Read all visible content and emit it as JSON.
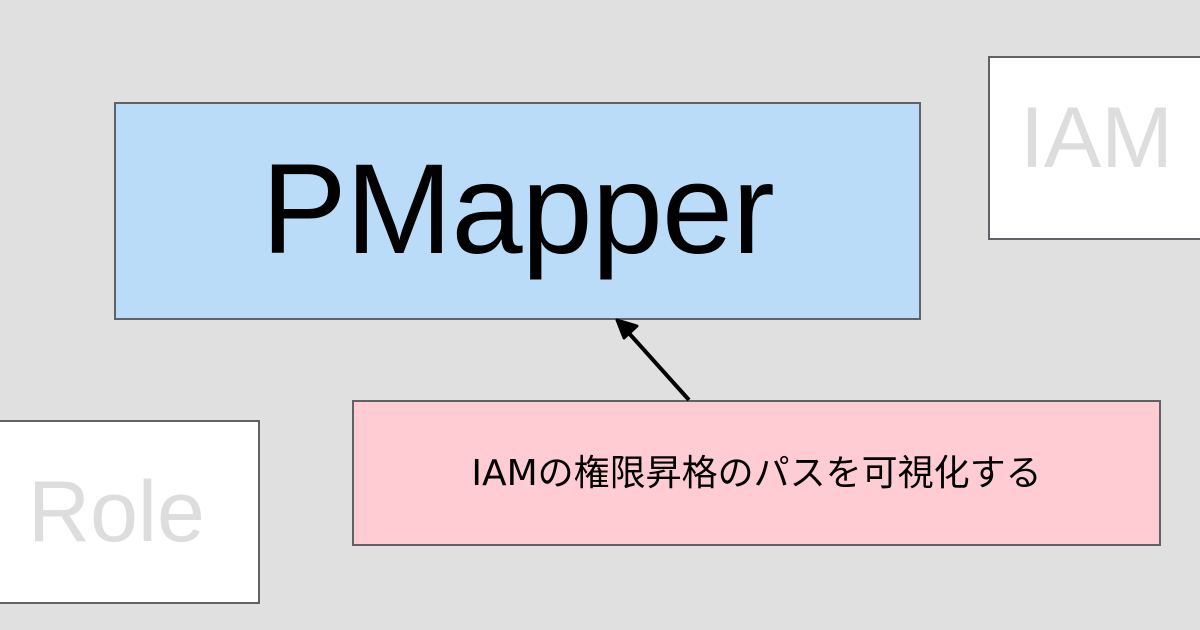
{
  "main": {
    "title": "PMapper"
  },
  "description": {
    "text": "IAMの権限昇格のパスを可視化する"
  },
  "background_boxes": {
    "iam": "IAM",
    "role": "Role"
  },
  "colors": {
    "background": "#e0e0e0",
    "main_fill": "#badcf8",
    "description_fill": "#ffccd4",
    "ghost_fill": "#ffffff",
    "ghost_text": "#dddddd",
    "border": "#5f6368"
  }
}
